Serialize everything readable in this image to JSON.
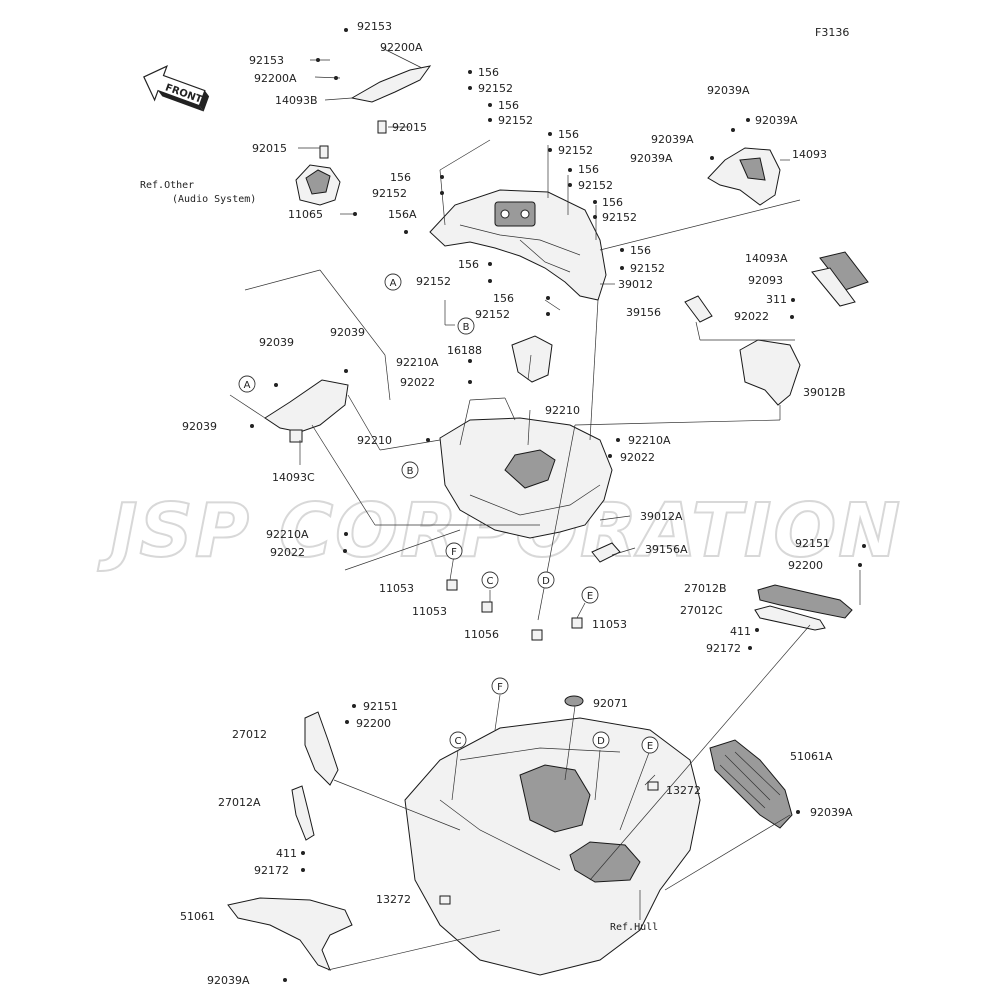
{
  "diagram_code": "F3136",
  "front_label": "FRONT",
  "watermark": "JSP CORPORATION",
  "ref_other_line1": "Ref.Other",
  "ref_other_line2": "(Audio System)",
  "ref_hull": "Ref.Hull",
  "callouts": {
    "a": "A",
    "b": "B",
    "c": "C",
    "d": "D",
    "e": "E",
    "f": "F"
  },
  "labels": {
    "l01": "92153",
    "l02": "92200A",
    "l03": "92153",
    "l04": "92200A",
    "l05": "14093B",
    "l06": "92015",
    "l07": "92015",
    "l08": "11065",
    "l09": "156",
    "l10": "92152",
    "l11": "156",
    "l12": "92152",
    "l13": "156",
    "l14": "92152",
    "l15": "156",
    "l16": "92152",
    "l17": "156",
    "l18": "92152",
    "l19": "156",
    "l20": "92152",
    "l21": "156A",
    "l22": "156",
    "l23": "92152",
    "l24": "156",
    "l25": "92152",
    "l26": "39012",
    "l27": "92039A",
    "l28": "92039A",
    "l29": "92039A",
    "l30": "92039A",
    "l31": "14093",
    "l32": "14093A",
    "l33": "92093",
    "l34": "311",
    "l35": "92022",
    "l36": "39156",
    "l37": "39012B",
    "l38": "16188",
    "l39": "92210A",
    "l40": "92022",
    "l41": "92210",
    "l42": "92210",
    "l43": "92210A",
    "l44": "92022",
    "l45": "92039",
    "l46": "92039",
    "l47": "92039",
    "l48": "14093C",
    "l49": "39012A",
    "l50": "39156A",
    "l51": "92210A",
    "l52": "92022",
    "l53": "11053",
    "l54": "11053",
    "l55": "11053",
    "l56": "11056",
    "l57": "92151",
    "l58": "92200",
    "l59": "27012B",
    "l60": "27012C",
    "l61": "411",
    "l62": "92172",
    "l63": "92071",
    "l64": "92151",
    "l65": "92200",
    "l66": "27012",
    "l67": "27012A",
    "l68": "411",
    "l69": "92172",
    "l70": "13272",
    "l71": "13272",
    "l72": "51061A",
    "l73": "92039A",
    "l74": "51061",
    "l75": "92039A",
    "l76": "156",
    "l77": "92152"
  }
}
